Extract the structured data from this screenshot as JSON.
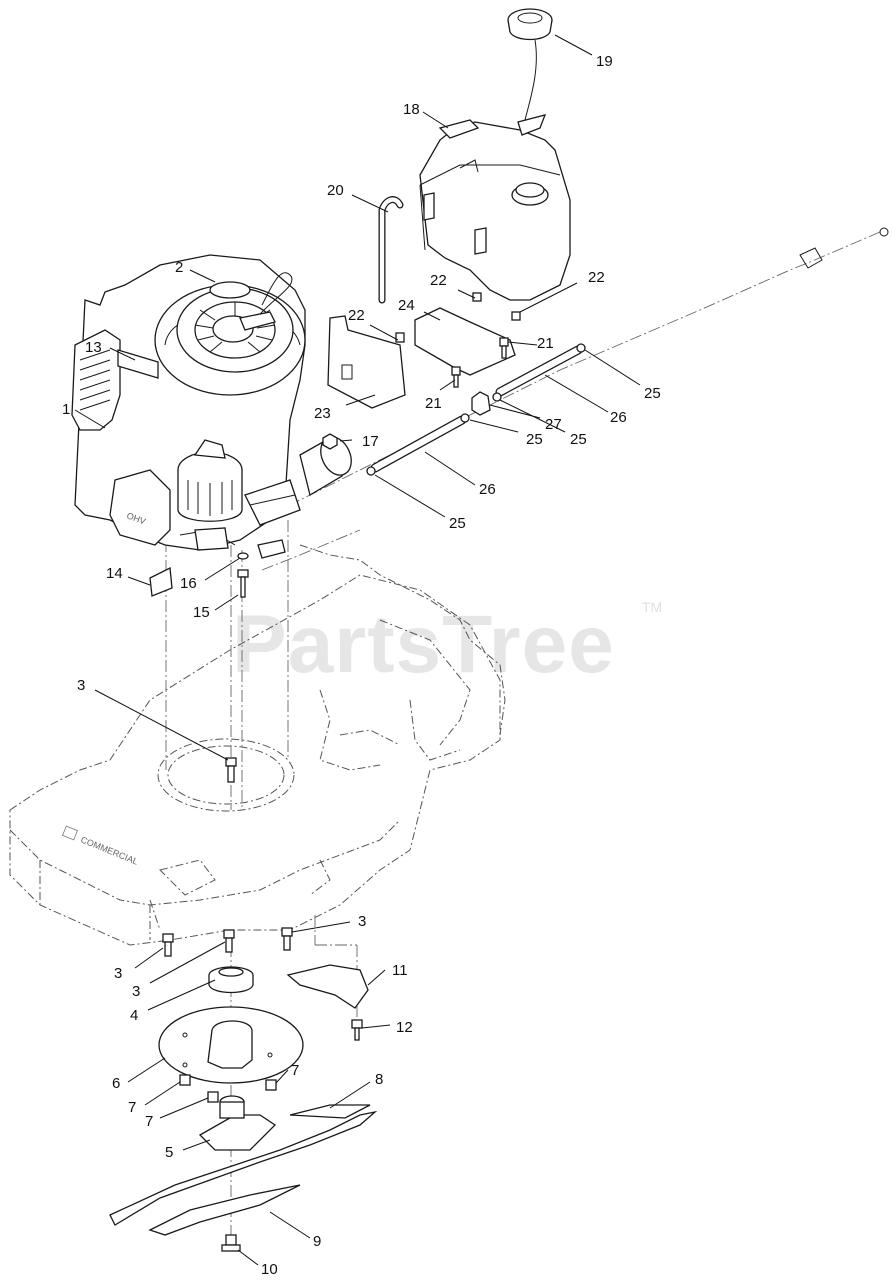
{
  "diagram": {
    "watermark": "PartsTree",
    "watermark_tm": "TM",
    "engine_badge": "OHV",
    "deck_logo_text": "COMMERCIAL",
    "callouts": {
      "c1": "1",
      "c2": "2",
      "c3a": "3",
      "c3b": "3",
      "c3c": "3",
      "c3d": "3",
      "c4": "4",
      "c5": "5",
      "c6": "6",
      "c7a": "7",
      "c7b": "7",
      "c7c": "7",
      "c8": "8",
      "c9": "9",
      "c10": "10",
      "c11": "11",
      "c12": "12",
      "c13": "13",
      "c14": "14",
      "c15": "15",
      "c16": "16",
      "c17": "17",
      "c18": "18",
      "c19": "19",
      "c20": "20",
      "c21a": "21",
      "c21b": "21",
      "c22a": "22",
      "c22b": "22",
      "c22c": "22",
      "c23": "23",
      "c24": "24",
      "c25a": "25",
      "c25b": "25",
      "c25c": "25",
      "c25d": "25",
      "c26a": "26",
      "c26b": "26",
      "c27": "27"
    }
  }
}
